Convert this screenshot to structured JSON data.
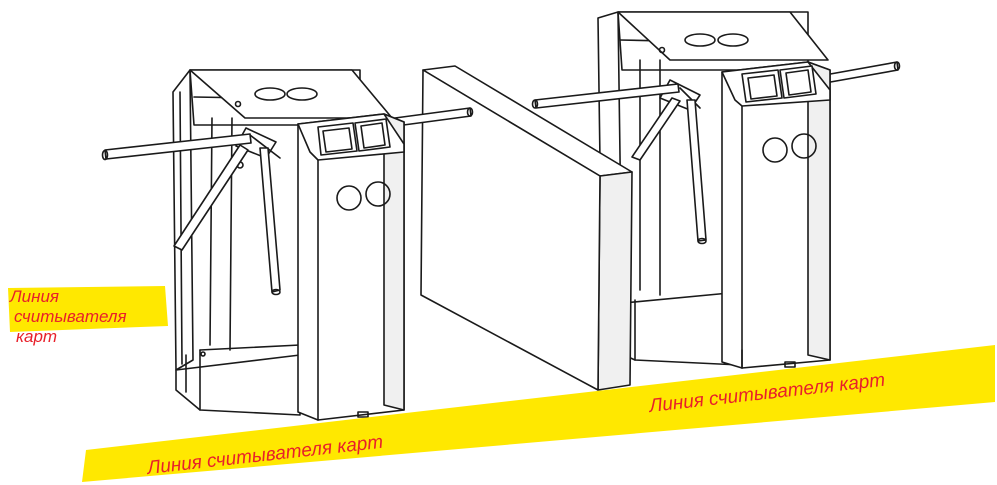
{
  "labels": {
    "left": [
      "Линия",
      "считывателя",
      "карт"
    ],
    "bottom": "Линия считывателя карт",
    "right": "Линия считывателя карт"
  },
  "colors": {
    "stripe": "#ffe800",
    "label": "#e8202a",
    "line": "#1a1a1a",
    "body": "#ffffff",
    "panel": "#f0f0f0"
  }
}
